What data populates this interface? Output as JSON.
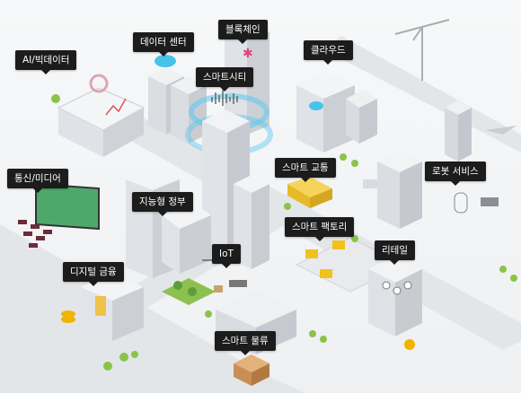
{
  "labels": {
    "ai_bigdata": "AI/빅데이터",
    "data_center": "데이터 센터",
    "blockchain": "블록체인",
    "smart_city": "스마트시티",
    "cloud": "클라우드",
    "telecom_media": "통신/미디어",
    "smart_traffic": "스마트 교통",
    "robot_service": "로봇 서비스",
    "intelligent_gov": "지능형 정부",
    "smart_factory": "스마트 팩토리",
    "iot": "IoT",
    "retail": "리테일",
    "digital_finance": "디지털 금융",
    "smart_logistics": "스마트 물류"
  },
  "colors": {
    "label_bg": "#1c1c1c",
    "label_text": "#ffffff",
    "accent_cyan": "#39b7e6",
    "accent_yellow": "#f2c21c",
    "building": "#e9ebee"
  }
}
